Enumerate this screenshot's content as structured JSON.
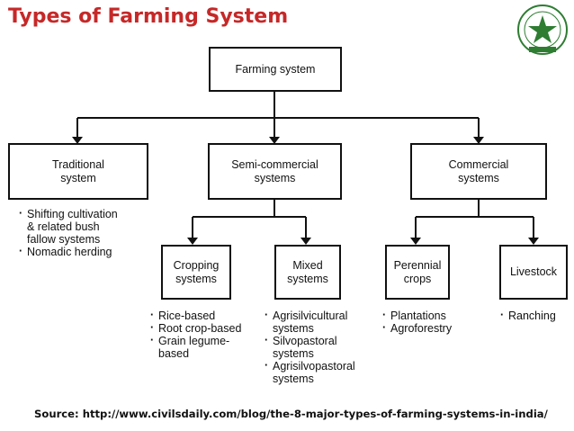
{
  "title": "Types of Farming System",
  "nodes": {
    "root": [
      "Farming system"
    ],
    "traditional": [
      "Traditional",
      "system"
    ],
    "semi_commercial": [
      "Semi-commercial",
      "systems"
    ],
    "commercial": [
      "Commercial",
      "systems"
    ],
    "cropping": [
      "Cropping",
      "systems"
    ],
    "mixed": [
      "Mixed",
      "systems"
    ],
    "perennial": [
      "Perennial",
      "crops"
    ],
    "livestock": [
      "Livestock"
    ]
  },
  "lists": {
    "traditional": [
      {
        "text": "Shifting cultivation",
        "bullet": true
      },
      {
        "text": "& related bush",
        "bullet": false
      },
      {
        "text": "fallow systems",
        "bullet": false
      },
      {
        "text": "Nomadic herding",
        "bullet": true
      }
    ],
    "cropping": [
      {
        "text": "Rice-based",
        "bullet": true
      },
      {
        "text": "Root crop-based",
        "bullet": true
      },
      {
        "text": "Grain legume-",
        "bullet": true
      },
      {
        "text": "based",
        "bullet": false
      }
    ],
    "mixed": [
      {
        "text": "Agrisilvicultural",
        "bullet": true
      },
      {
        "text": "systems",
        "bullet": false
      },
      {
        "text": "Silvopastoral",
        "bullet": true
      },
      {
        "text": "systems",
        "bullet": false
      },
      {
        "text": "Agrisilvopastoral",
        "bullet": true
      },
      {
        "text": "systems",
        "bullet": false
      }
    ],
    "perennial": [
      {
        "text": "Plantations",
        "bullet": true
      },
      {
        "text": "Agroforestry",
        "bullet": true
      }
    ],
    "livestock": [
      {
        "text": "Ranching",
        "bullet": true
      }
    ]
  },
  "source": "Source: http://www.civilsdaily.com/blog/the-8-major-types-of-farming-systems-in-india/",
  "colors": {
    "title": "#c62828",
    "lines": "#111111",
    "logo_green": "#2e7d32"
  },
  "logo": {
    "icon": "university-emblem-icon"
  }
}
